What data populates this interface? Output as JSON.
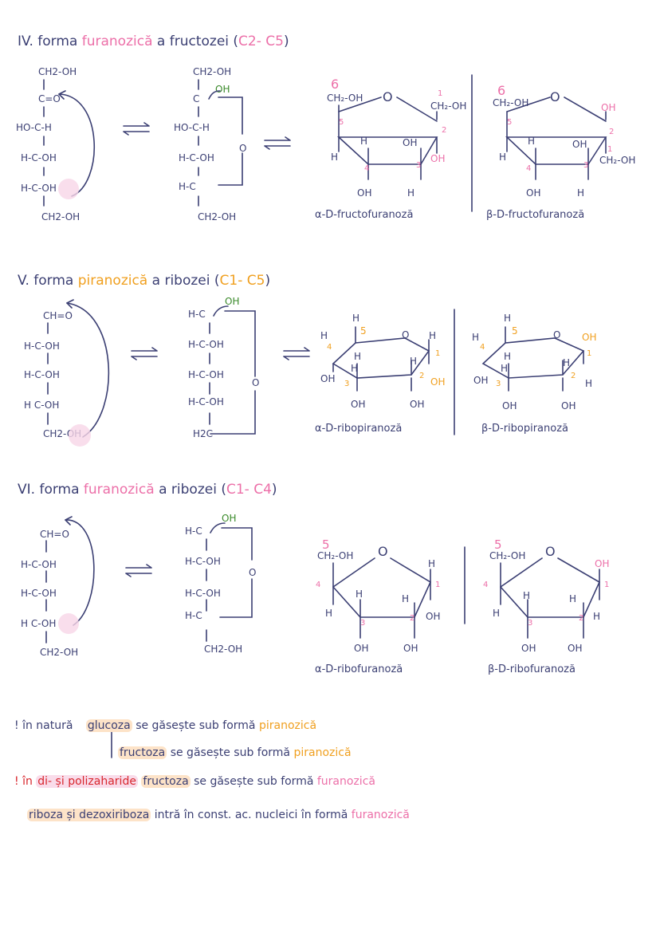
{
  "sections": [
    {
      "num": "IV.",
      "title_pre": "forma",
      "title_hl": "furanozică",
      "title_post": "a fructozei (",
      "range": "C2- C5",
      "open_chain": [
        "CH2-OH",
        "C=O",
        "HO-C-H",
        "H-C-OH",
        "H-C-OH",
        "CH2-OH"
      ],
      "cyclic_chain": [
        "CH2-OH",
        "C",
        "HO-C-H",
        "H-C-OH",
        "H-C",
        "CH2-OH"
      ],
      "ring_oh": "OH",
      "ring_o": "O",
      "alpha_name": "α-D-fructofuranoză",
      "beta_name": "β-D-fructofuranoză"
    },
    {
      "num": "V.",
      "title_pre": "forma",
      "title_hl": "piranozică",
      "title_post": "a ribozei (",
      "range": "C1- C5",
      "open_chain": [
        "CH=O",
        "H-C-OH",
        "H-C-OH",
        "H C-OH",
        "CH2-OH"
      ],
      "cyclic_chain": [
        "H-C",
        "H-C-OH",
        "H-C-OH",
        "H-C-OH",
        "H2C"
      ],
      "ring_oh": "OH",
      "ring_o": "O",
      "alpha_name": "α-D-ribopiranoză",
      "beta_name": "β-D-ribopiranoză"
    },
    {
      "num": "VI.",
      "title_pre": "forma",
      "title_hl": "furanozică",
      "title_post": "a ribozei (",
      "range": "C1- C4",
      "open_chain": [
        "CH=O",
        "H-C-OH",
        "H-C-OH",
        "H C-OH",
        "CH2-OH"
      ],
      "cyclic_chain": [
        "H-C",
        "H-C-OH",
        "H-C-OH",
        "H-C",
        "CH2-OH"
      ],
      "ring_oh": "OH",
      "ring_o": "O",
      "alpha_name": "α-D-ribofuranoză",
      "beta_name": "β-D-ribofuranoză"
    }
  ],
  "notes": {
    "n1_pre": "! în natură",
    "n1_a": "glucoza",
    "n1_a_mid": "se găsește sub formă",
    "n1_a_end": "piranozică",
    "n1_b": "fructoza",
    "n1_b_mid": "se găsește sub formă",
    "n1_b_end": "piranozică",
    "n2_pre": "! în",
    "n2_red": "di- și polizaharide",
    "n2_hl": "fructoza",
    "n2_mid": "se găsește sub formă",
    "n2_end": "furanozică",
    "n3_hl": "riboza și dezoxiriboza",
    "n3_mid": "intră în const. ac. nucleici în formă",
    "n3_end": "furanozică"
  },
  "colors": {
    "ink": "#3b3f73",
    "pink": "#ec6fa8",
    "orange": "#f0a020",
    "green": "#3a8a2a",
    "red": "#d8262d"
  }
}
